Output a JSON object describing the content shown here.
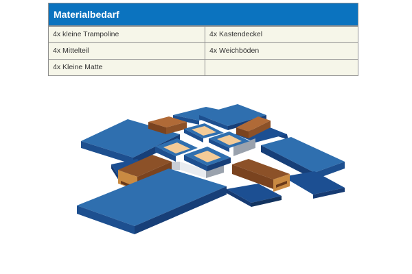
{
  "table": {
    "header": "Materialbedarf",
    "rows": [
      [
        "4x kleine Trampoline",
        "4x Kastendeckel"
      ],
      [
        "4x Mittelteil",
        "4x Weichböden"
      ],
      [
        "4x Kleine Matte",
        ""
      ]
    ]
  },
  "colors": {
    "header_bg": "#0b73bf",
    "table_bg": "#f6f6e9",
    "mat_light": "#2f6faf",
    "mat_dark": "#18427f",
    "box_wood": "#9a5a2e",
    "trampoline_pad": "#f3cb97"
  },
  "illustration": {
    "icon": "trampoline-station-icon"
  }
}
